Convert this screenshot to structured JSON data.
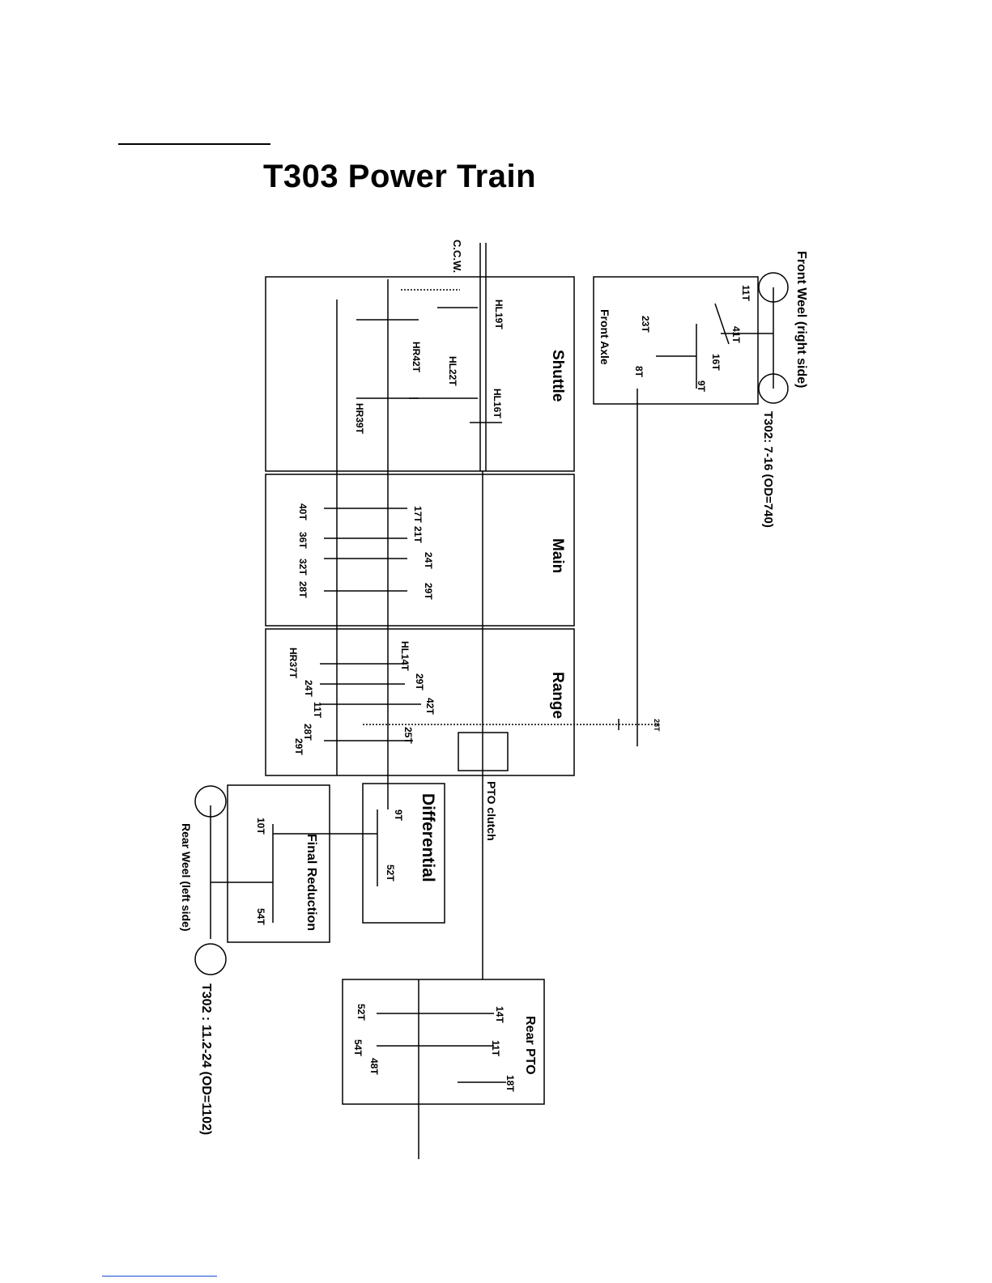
{
  "title": "T303 Power Train",
  "sections": {
    "shuttle": "Shuttle",
    "main": "Main",
    "range": "Range",
    "differential": "Differential",
    "final_reduction": "Final Reduction",
    "rear_pto": "Rear PTO",
    "front_axle": "Front Axle"
  },
  "annotations": {
    "ccw": "C.C.W.",
    "pto_clutch": "PTO clutch",
    "front_wheel": "Front Weel (right side)",
    "front_tire": "T302: 7-16 (OD=740)",
    "rear_wheel": "Rear Weel (left side)",
    "rear_tire": "T302 : 11.2-24 (OD=1102)"
  },
  "gears": {
    "shuttle": [
      "HL19T",
      "HR42T",
      "HL22T",
      "HL16T",
      "HR39T"
    ],
    "main": [
      "17T",
      "21T",
      "24T",
      "29T",
      "40T",
      "36T",
      "32T",
      "28T"
    ],
    "range": [
      "HL14T",
      "29T",
      "42T",
      "25T",
      "HR37T",
      "24T",
      "11T",
      "28T",
      "29T"
    ],
    "range_output": "28T",
    "front_axle": [
      "11T",
      "41T",
      "23T",
      "16T",
      "8T",
      "9T"
    ],
    "differential": [
      "9T",
      "52T"
    ],
    "final_reduction": [
      "10T",
      "54T"
    ],
    "rear_pto": [
      "14T",
      "11T",
      "18T",
      "52T",
      "54T",
      "48T"
    ]
  }
}
